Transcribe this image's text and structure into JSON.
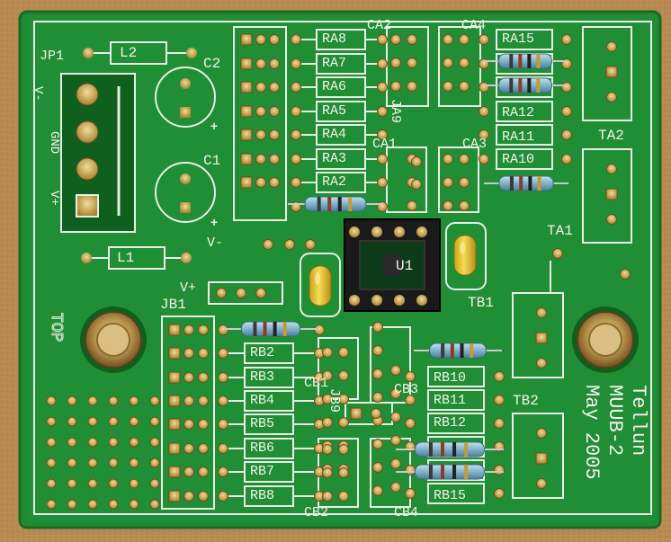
{
  "board": {
    "left_block": {
      "jp1": "JP1",
      "l2": "L2",
      "c2": "C2",
      "c1": "C1",
      "l1": "L1",
      "terminals": [
        "V-",
        "GND",
        "V+"
      ],
      "v_minus": "V-",
      "v_plus": "V+",
      "top_label": "TOP",
      "jb1": "JB1"
    },
    "ra_resistors": [
      "RA8",
      "RA7",
      "RA6",
      "RA5",
      "RA4",
      "RA3",
      "RA2"
    ],
    "ra_right": [
      "RA15",
      "RA12",
      "RA11",
      "RA10"
    ],
    "rb_resistors": [
      "RB2",
      "RB3",
      "RB4",
      "RB5",
      "RB6",
      "RB7",
      "RB8"
    ],
    "rb_right": [
      "RB10",
      "RB11",
      "RB12",
      "RB15"
    ],
    "caps": {
      "ca2": "CA2",
      "ca4": "CA4",
      "ca1": "CA1",
      "ca3": "CA3",
      "cb1": "CB1",
      "cb3": "CB3",
      "cb2": "CB2",
      "cb4": "CB4"
    },
    "jumpers": {
      "ja9": "JA9",
      "jb9": "JB9"
    },
    "ic": "U1",
    "connectors": {
      "ta2": "TA2",
      "ta1": "TA1",
      "tb1": "TB1",
      "tb2": "TB2"
    },
    "credit": [
      "Tellun",
      "MUUB-2",
      "May 2005"
    ]
  },
  "colors": {
    "background": "#b98a52",
    "pcb": "#1f8c32",
    "silkscreen": "#f2f2ea",
    "pad": "#c9a54a",
    "resistor_body": "#7fb3c9",
    "capacitor_body": "#e6c83a"
  }
}
